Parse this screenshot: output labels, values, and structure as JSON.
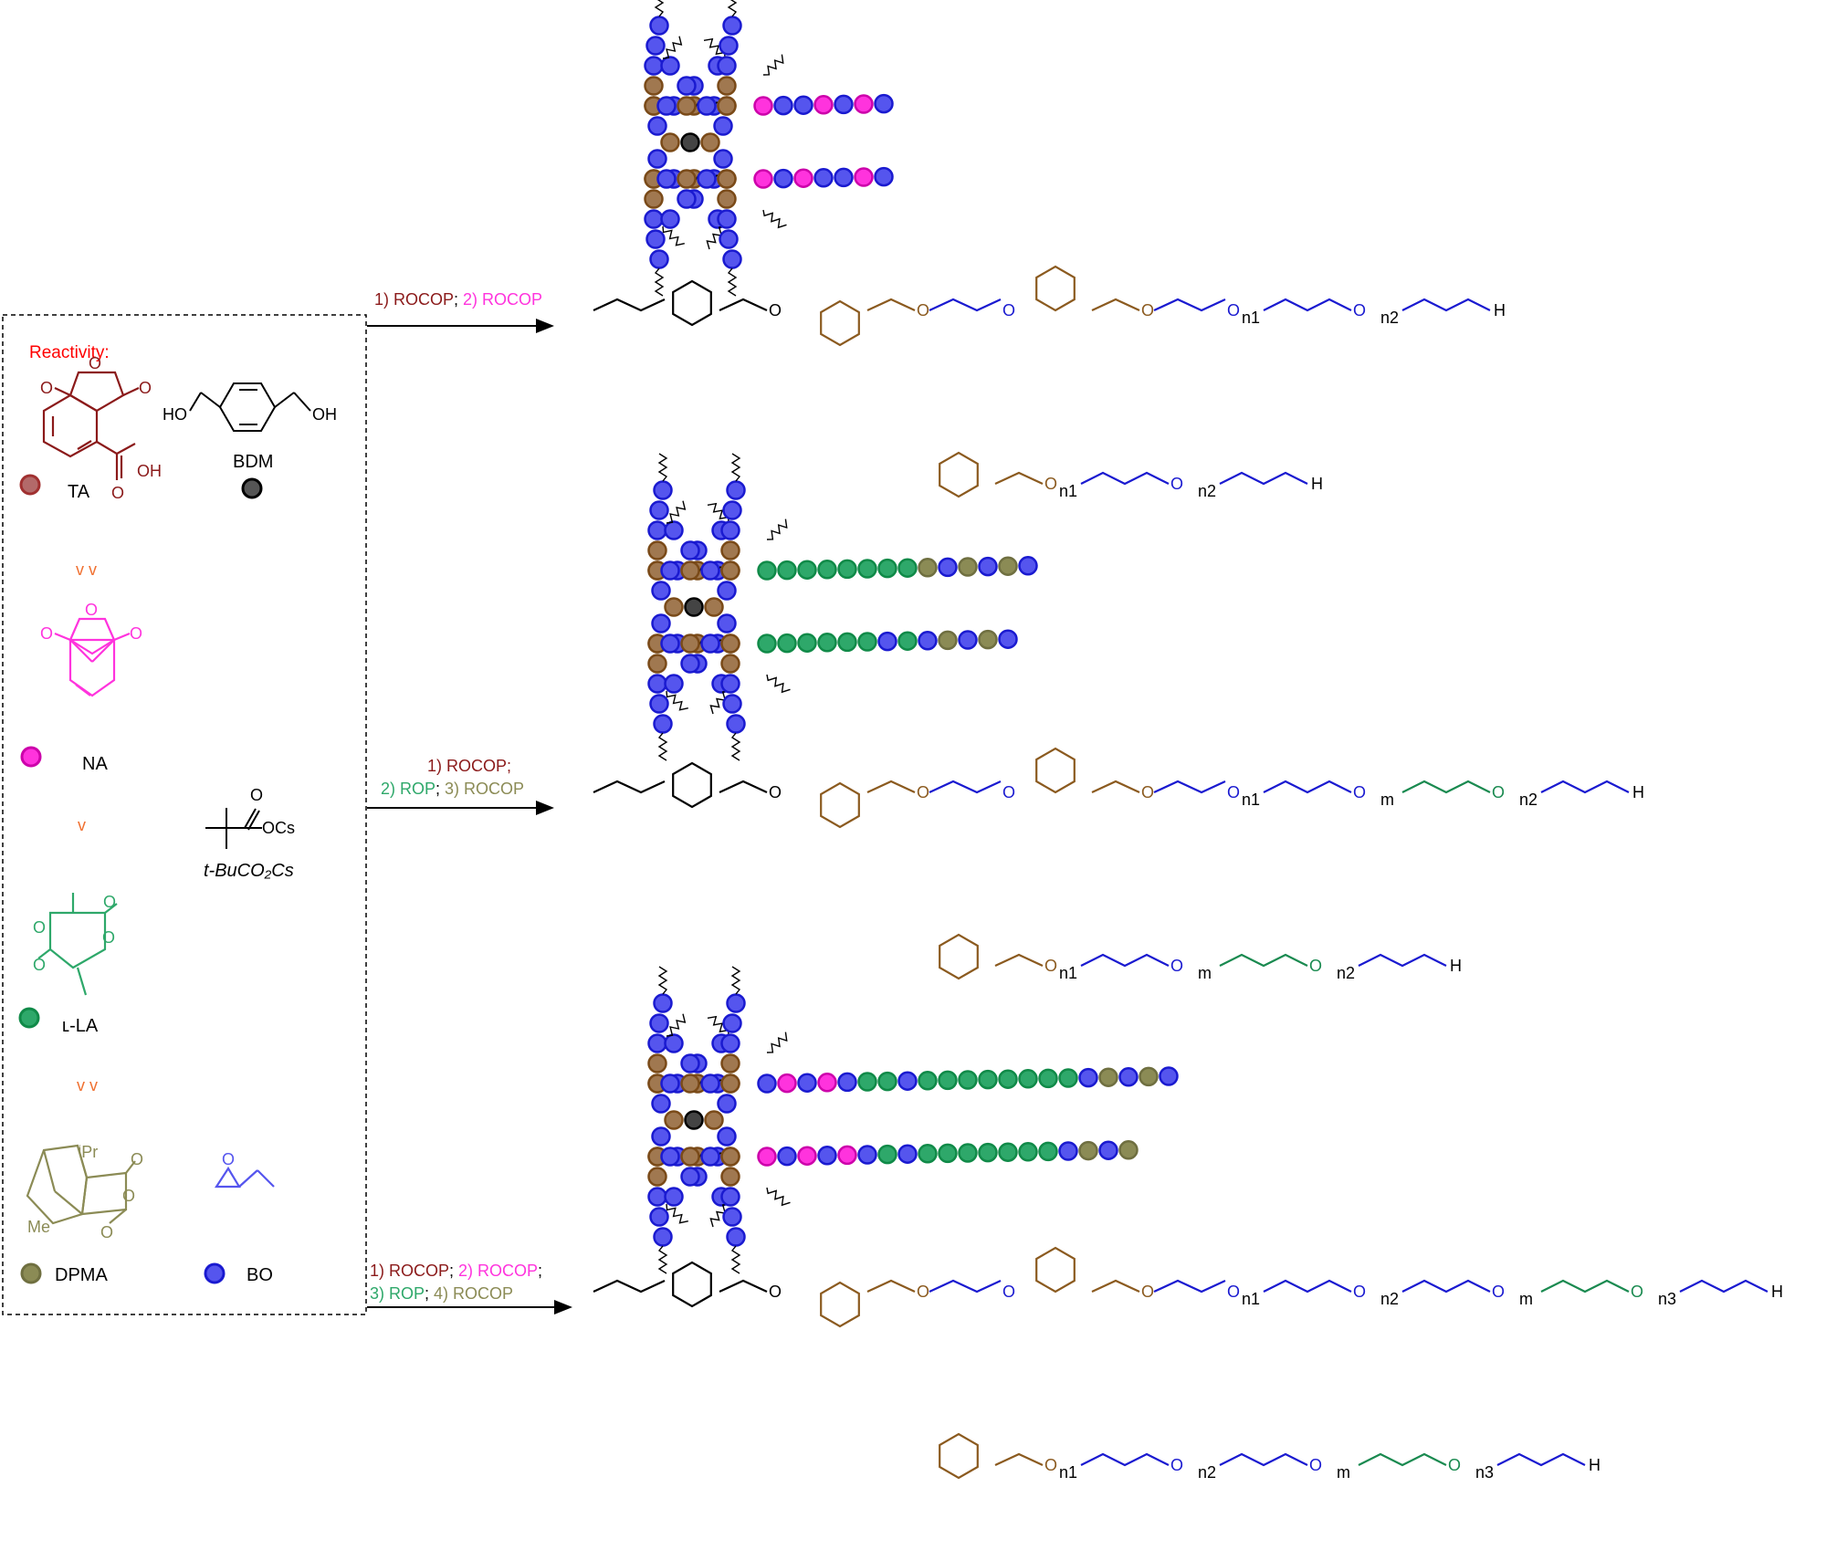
{
  "colors": {
    "TA": "#8b1a1a",
    "NA": "#ff33dd",
    "LA": "#2ea86a",
    "DPMA": "#8b8b55",
    "BO": "#5555ee",
    "BDM": "#333333",
    "reactivity_title": "#ff0000",
    "order_marker": "#f07030",
    "chain_brown": "#8b5a1f",
    "chain_blue": "#1a1ad0",
    "chain_pink": "#ee22cc",
    "chain_green": "#1a8a50",
    "chain_olive": "#6f6f10"
  },
  "legend": {
    "title": "Reactivity:",
    "monomers": {
      "TA": "TA",
      "BDM": "BDM",
      "NA": "NA",
      "LA": "ʟ-LA",
      "DPMA": "DPMA",
      "BO": "BO"
    },
    "order_markers": [
      "v v",
      "v",
      "v v"
    ],
    "catalyst": "t-BuCO₂Cs",
    "atoms": {
      "HO": "HO",
      "OH": "OH",
      "O": "O",
      "OCs": "OCs",
      "iPr": "ⁱPr",
      "Me": "Me"
    }
  },
  "reactions": [
    {
      "line1": [
        {
          "t": "1) ROCOP",
          "c": "TA"
        },
        {
          "t": "; ",
          "c": "black"
        },
        {
          "t": "2) ROCOP",
          "c": "NA"
        }
      ],
      "line2": []
    },
    {
      "line1": [
        {
          "t": "1) ROCOP;",
          "c": "TA"
        }
      ],
      "line2": [
        {
          "t": "2) ROP",
          "c": "LA"
        },
        {
          "t": "; ",
          "c": "black"
        },
        {
          "t": "3) ROCOP",
          "c": "DPMA"
        }
      ]
    },
    {
      "line1": [
        {
          "t": "1) ROCOP",
          "c": "TA"
        },
        {
          "t": "; ",
          "c": "black"
        },
        {
          "t": "2) ROCOP",
          "c": "NA"
        },
        {
          "t": ";",
          "c": "black"
        }
      ],
      "line2": [
        {
          "t": "3) ROP",
          "c": "LA"
        },
        {
          "t": "; ",
          "c": "black"
        },
        {
          "t": "4) ROCOP",
          "c": "DPMA"
        }
      ]
    }
  ],
  "products": [
    {
      "top": {
        "subs": [
          "n1",
          "n2"
        ],
        "end": "H"
      },
      "bottom": {
        "subs": [
          "n1",
          "n2"
        ],
        "end": "H"
      }
    },
    {
      "top": {
        "subs": [
          "n1",
          "m",
          "n2"
        ],
        "end": "H"
      },
      "bottom": {
        "subs": [
          "n1",
          "m",
          "n2"
        ],
        "end": "H"
      }
    },
    {
      "top": {
        "subs": [
          "n1",
          "n2",
          "m",
          "n3"
        ],
        "end": "H"
      },
      "bottom": {
        "subs": [
          "n1",
          "n2",
          "m",
          "n3"
        ],
        "end": "H"
      }
    }
  ]
}
